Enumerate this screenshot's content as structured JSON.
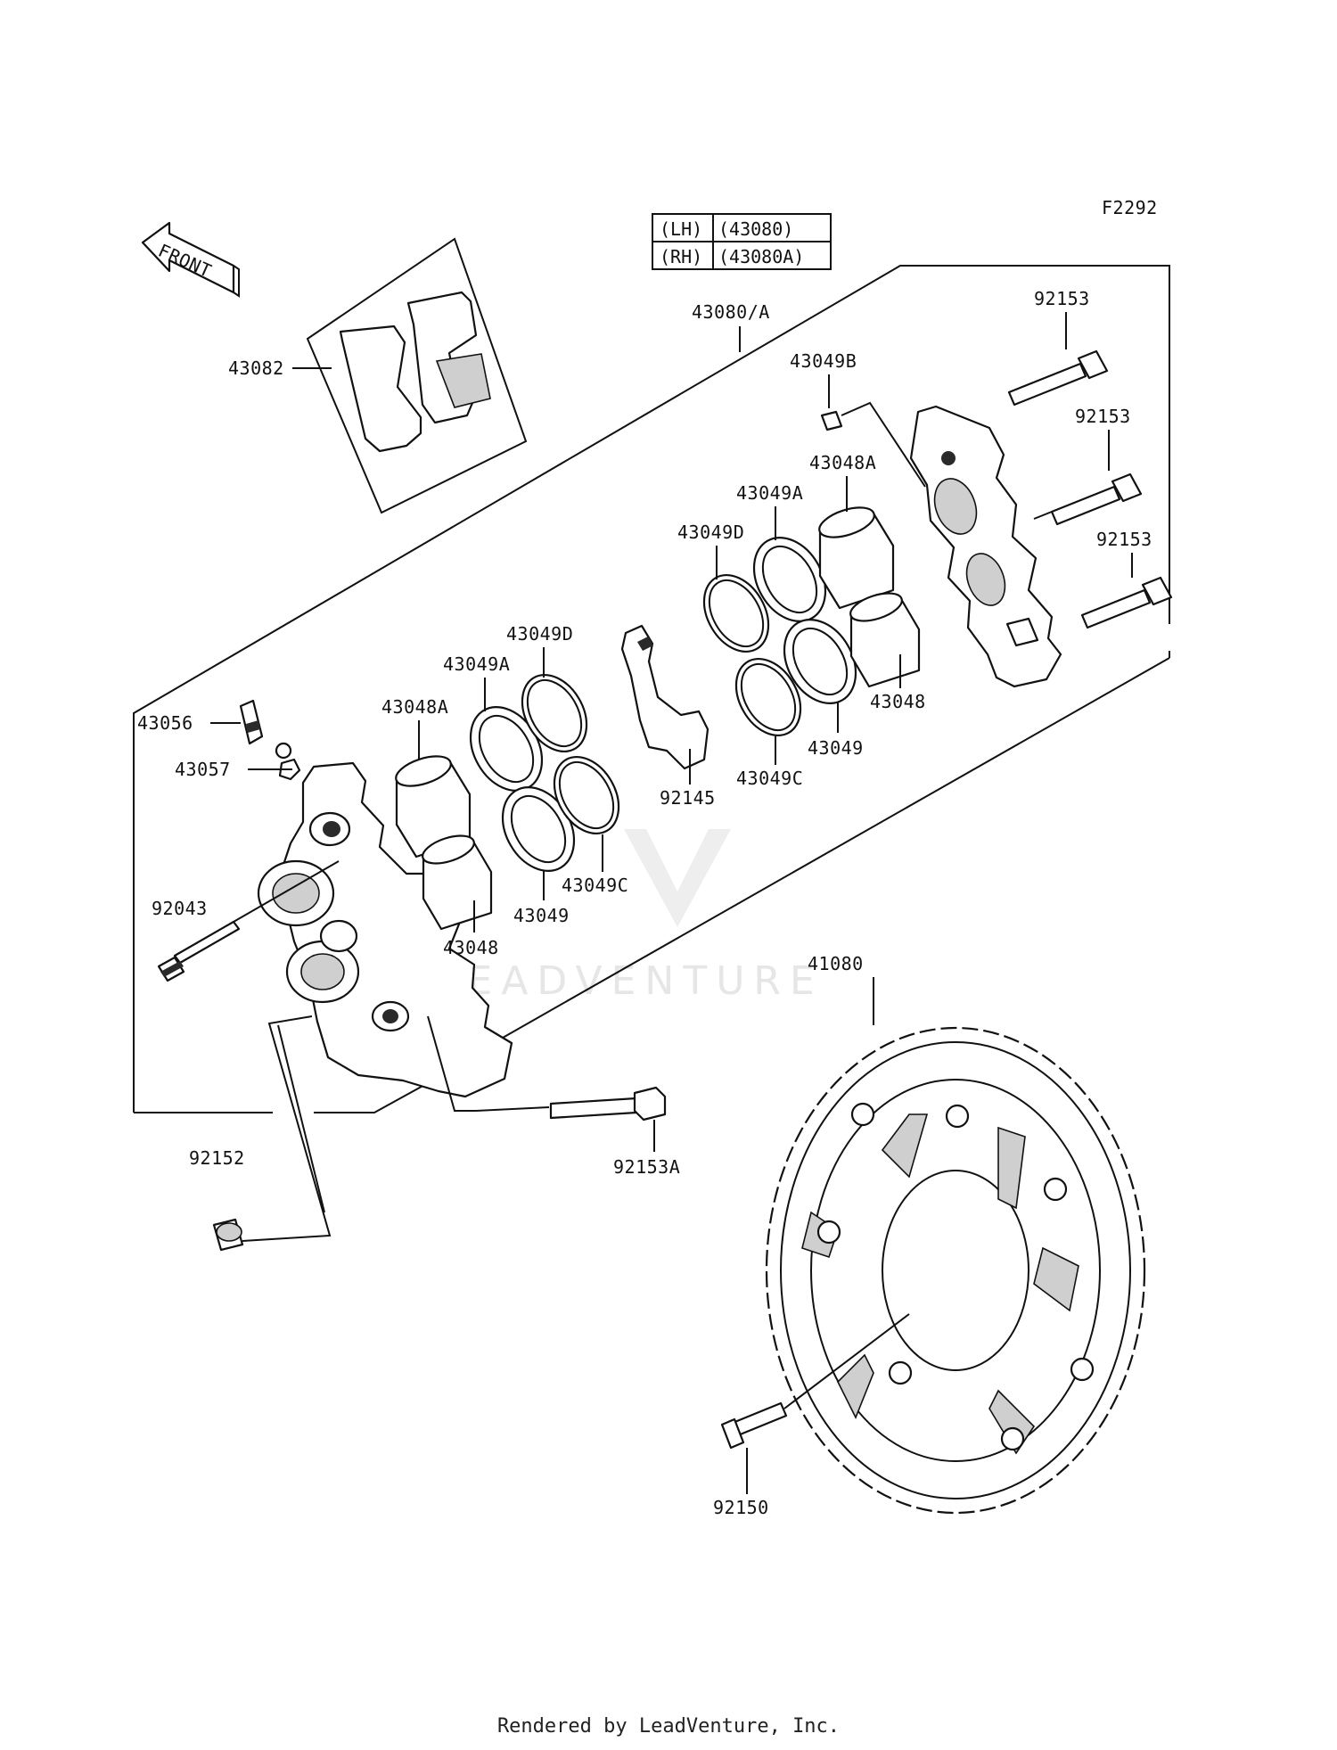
{
  "figure_code": "F2292",
  "front_indicator": "FRONT",
  "variant_table": [
    {
      "side": "(LH)",
      "part": "(43080)"
    },
    {
      "side": "(RH)",
      "part": "(43080A)"
    }
  ],
  "labels": {
    "caliper_assy": "43080/A",
    "brake_pads": "43082",
    "bleeder_valve": "43056",
    "bleeder_cap": "43057",
    "pin": "92043",
    "collar": "92152",
    "caliper_bolt_a": "92153A",
    "piston_large_lh": "43048A",
    "piston_small_lh": "43048",
    "seal_a_lh": "43049A",
    "seal_d_lh": "43049D",
    "seal_lh": "43049",
    "seal_c_lh": "43049C",
    "pad_spring": "92145",
    "seal_d_rh": "43049D",
    "seal_a_rh": "43049A",
    "piston_large_rh": "43048A",
    "piston_small_rh": "43048",
    "seal_rh": "43049",
    "seal_c_rh": "43049C",
    "seal_b": "43049B",
    "bolt_1": "92153",
    "bolt_2": "92153",
    "bolt_3": "92153",
    "disc": "41080",
    "disc_bolt": "92150"
  },
  "watermark": "LEADVENTURE",
  "footer": "Rendered by LeadVenture, Inc."
}
